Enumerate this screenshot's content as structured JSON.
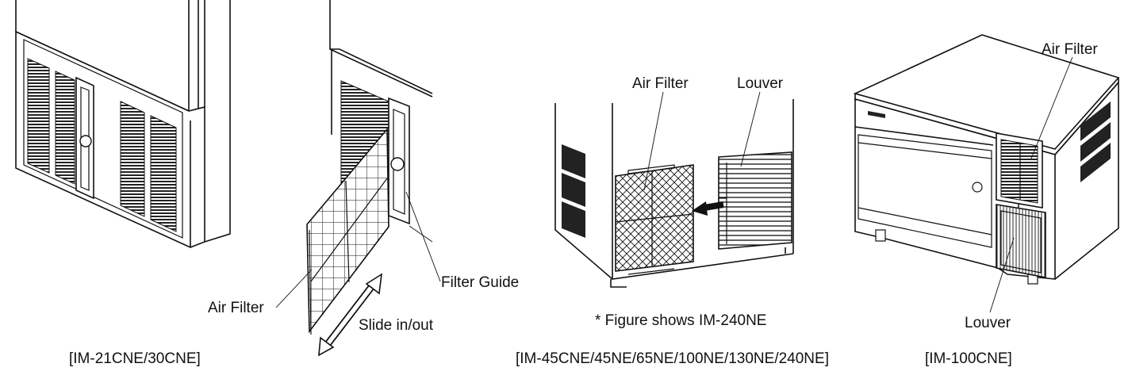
{
  "figure1": {
    "label_air_filter": "Air Filter",
    "label_filter_guide": "Filter Guide",
    "label_slide": "Slide in/out",
    "caption": "[IM-21CNE/30CNE]"
  },
  "figure2": {
    "label_air_filter": "Air Filter",
    "label_louver": "Louver",
    "note": "* Figure shows IM-240NE",
    "caption": "[IM-45CNE/45NE/65NE/100NE/130NE/240NE]"
  },
  "figure3": {
    "label_air_filter": "Air Filter",
    "label_louver": "Louver",
    "caption": "[IM-100CNE]"
  },
  "icons": [
    "double-arrow-icon",
    "arrow-icon"
  ]
}
